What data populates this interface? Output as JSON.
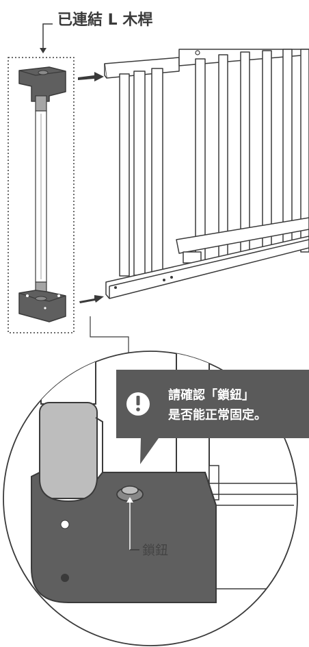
{
  "title_label": "已連結 L 木桿",
  "callout": {
    "line1": "請確認「鎖鈕」",
    "line2": "是否能正常固定。",
    "icon": "exclamation-icon"
  },
  "lock_label": "鎖鈕",
  "colors": {
    "line": "#3a3a3a",
    "dark_part": "#5f5f5f",
    "callout_bg": "#5a5a5a",
    "post_gray": "#bdbdbd",
    "white": "#ffffff"
  }
}
